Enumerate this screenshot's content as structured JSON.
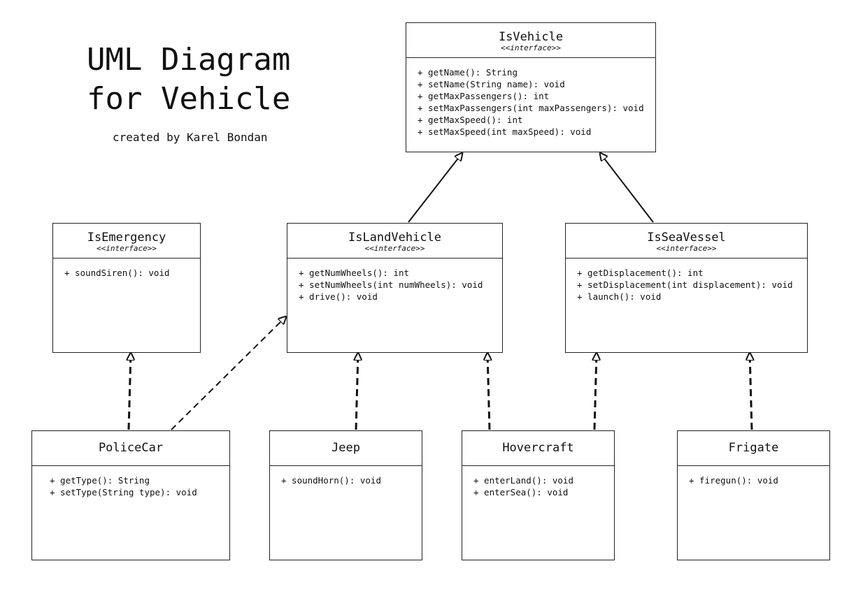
{
  "title_line1": "UML Diagram",
  "title_line2": "for Vehicle",
  "subtitle": "created by Karel Bondan",
  "colors": {
    "line": "#111111",
    "background": "#ffffff"
  },
  "boxes": {
    "isvehicle": {
      "name": "IsVehicle",
      "stereotype": "<<interface>>",
      "members": [
        "+ getName(): String",
        "+ setName(String name): void",
        "+ getMaxPassengers(): int",
        "+ setMaxPassengers(int maxPassengers): void",
        "+ getMaxSpeed(): int",
        "+ setMaxSpeed(int maxSpeed): void"
      ]
    },
    "isemergency": {
      "name": "IsEmergency",
      "stereotype": "<<interface>>",
      "members": [
        "+ soundSiren(): void"
      ]
    },
    "islandvehicle": {
      "name": "IsLandVehicle",
      "stereotype": "<<interface>>",
      "members": [
        "+ getNumWheels(): int",
        "+ setNumWheels(int numWheels): void",
        "+ drive(): void"
      ]
    },
    "isseavessel": {
      "name": "IsSeaVessel",
      "stereotype": "<<interface>>",
      "members": [
        "+ getDisplacement(): int",
        "+ setDisplacement(int displacement): void",
        "+ launch(): void"
      ]
    },
    "policecar": {
      "name": "PoliceCar",
      "members": [
        "+ getType(): String",
        "+ setType(String type): void"
      ]
    },
    "jeep": {
      "name": "Jeep",
      "members": [
        "+ soundHorn(): void"
      ]
    },
    "hovercraft": {
      "name": "Hovercraft",
      "members": [
        "+ enterLand(): void",
        "+ enterSea(): void"
      ]
    },
    "frigate": {
      "name": "Frigate",
      "members": [
        "+ firegun(): void"
      ]
    }
  }
}
